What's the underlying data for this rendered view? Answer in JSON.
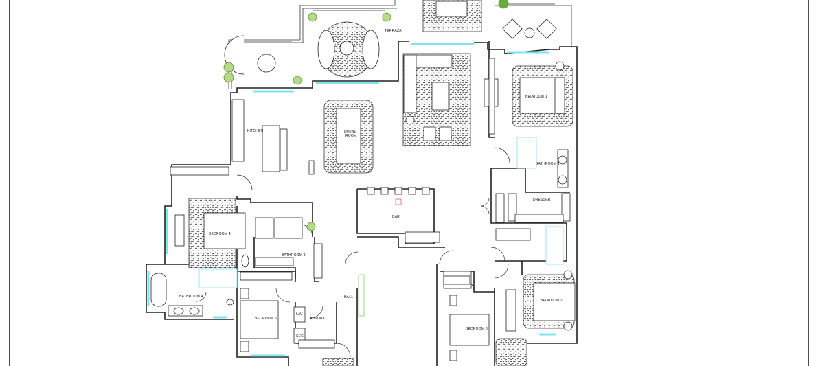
{
  "plan": {
    "rooms": {
      "terraza": "TERRAZA",
      "kitchen": "KITCHEN",
      "dining_1": "DINING",
      "dining_2": "ROOM",
      "bedroom1": "BEDROOM 1",
      "bathroom1": "BATHROOM 1",
      "dresser": "DRESSER",
      "bar": "BAR",
      "bedroom4": "BEDROOM 4",
      "bathroom3": "BATHROOM 3",
      "bathroom4": "BATHROOM 4",
      "bedroom5": "BEDROOM 5",
      "laundry": "LAUNDRY",
      "lav": "LAV",
      "sec": "SEC",
      "hall": "HALL",
      "bedroom3": "BEDROOM 3",
      "bedroom2": "BEDROOM 2"
    },
    "colors": {
      "window": "#7fe3f2",
      "plant": "#b7d98a",
      "wall": "#222222"
    }
  }
}
